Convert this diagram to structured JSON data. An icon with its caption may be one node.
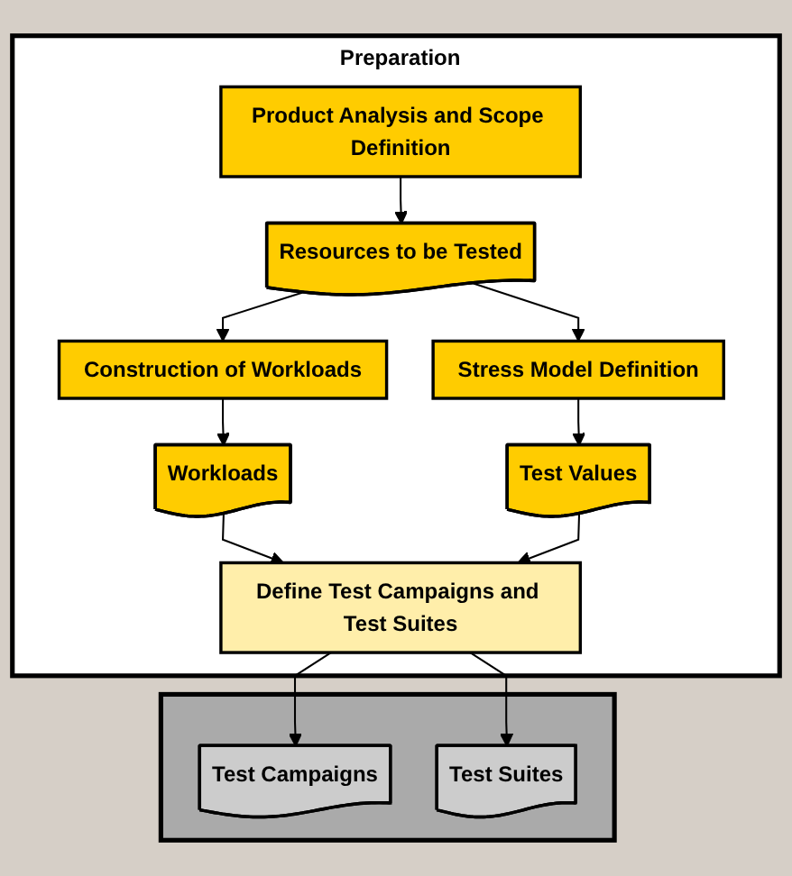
{
  "diagram": {
    "nodes": [
      {
        "text": [
          "Preparation"
        ]
      },
      {
        "text": [
          "Product Analysis and Scope Definition"
        ],
        "in": 0
      },
      {
        "text": [
          "Resources to be Tested"
        ],
        "in": 0
      },
      {
        "text": [
          "Construction of Workloads"
        ],
        "in": 0
      },
      {
        "text": [
          "Stress Model Definition"
        ],
        "in": 0
      },
      {
        "text": [
          "Workloads"
        ],
        "in": 0
      },
      {
        "text": [
          "Test Values"
        ],
        "in": 0
      },
      {
        "text": [
          "Define Test Campaigns and Test Suites"
        ],
        "in": 0
      },
      {
        "text": [],
        "shape": "document"
      },
      {
        "text": [
          "Test Campaigns"
        ],
        "in": 8
      },
      {
        "text": [
          "Test Suites"
        ],
        "in": 8
      }
    ],
    "edges": [
      {
        "from": 1,
        "to": 2,
        "arrow": "to"
      },
      {
        "from": 2,
        "to": 3,
        "arrow": "to"
      },
      {
        "from": 2,
        "to": 4,
        "arrow": "to"
      },
      {
        "from": 3,
        "to": 5,
        "arrow": "to"
      },
      {
        "from": 4,
        "to": 6,
        "arrow": "to"
      },
      {
        "from": 5,
        "to": 7,
        "arrow": "to"
      },
      {
        "from": 6,
        "to": 7,
        "arrow": "to"
      },
      {
        "from": 7,
        "to": 9,
        "arrow": "to"
      },
      {
        "from": 7,
        "to": 10,
        "arrow": "to"
      }
    ]
  }
}
